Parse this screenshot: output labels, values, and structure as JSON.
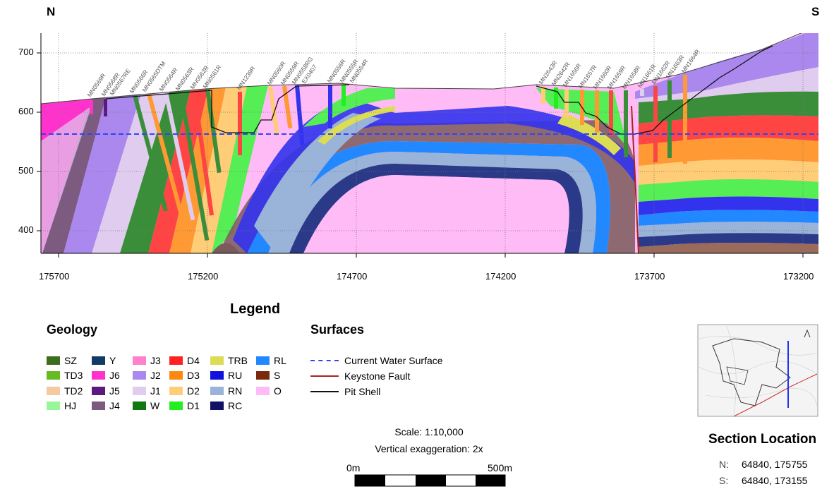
{
  "header": {
    "north_label": "N",
    "south_label": "S"
  },
  "axes": {
    "x_ticks": [
      "175700",
      "175200",
      "174700",
      "174200",
      "173700",
      "173200"
    ],
    "y_ticks": [
      "700",
      "600",
      "500",
      "400"
    ]
  },
  "drillholes": [
    "MN0569R",
    "MN0568R",
    "MN0567RE",
    "MN0566R",
    "MN0565DTM",
    "MN0564R",
    "MN0563R",
    "MN0562R",
    "MN0561R",
    "MN1239R",
    "MN0560R",
    "MN0559R",
    "MN0558RG",
    "EX0407",
    "MN0556R",
    "MN0555R",
    "MN0554R",
    "MN2643R",
    "MN2642R",
    "MN1656R",
    "MN1657R",
    "MN1660R",
    "MN1659R",
    "MN1658R",
    "MN1661R",
    "MN1662R",
    "MN1663R",
    "MN1664R"
  ],
  "legend": {
    "title": "Legend",
    "geology_title": "Geology",
    "geology_items": [
      {
        "code": "SZ",
        "color": "#3c6e1e"
      },
      {
        "code": "TD3",
        "color": "#66bb22"
      },
      {
        "code": "TD2",
        "color": "#f7c9a0"
      },
      {
        "code": "HJ",
        "color": "#99f599"
      },
      {
        "code": "Y",
        "color": "#123a66"
      },
      {
        "code": "J6",
        "color": "#ff33cc"
      },
      {
        "code": "J5",
        "color": "#5c1a80"
      },
      {
        "code": "J4",
        "color": "#7d5a80"
      },
      {
        "code": "J3",
        "color": "#ff80cc"
      },
      {
        "code": "J2",
        "color": "#aa88ee"
      },
      {
        "code": "J1",
        "color": "#e0ccee"
      },
      {
        "code": "W",
        "color": "#117711"
      },
      {
        "code": "D4",
        "color": "#ff2222"
      },
      {
        "code": "D3",
        "color": "#ff8811"
      },
      {
        "code": "D2",
        "color": "#ffcc77"
      },
      {
        "code": "D1",
        "color": "#22ee22"
      },
      {
        "code": "TRB",
        "color": "#dddd55"
      },
      {
        "code": "RU",
        "color": "#1111dd"
      },
      {
        "code": "RN",
        "color": "#99b3d9"
      },
      {
        "code": "RC",
        "color": "#111166"
      },
      {
        "code": "RL",
        "color": "#2288ff"
      },
      {
        "code": "S",
        "color": "#7a2a0a"
      },
      {
        "code": "O",
        "color": "#ffbbf5"
      }
    ],
    "surfaces_title": "Surfaces",
    "surfaces": [
      {
        "label": "Current Water Surface",
        "color": "#3344ee",
        "style": "dashed"
      },
      {
        "label": "Keystone Fault",
        "color": "#aa2222",
        "style": "solid"
      },
      {
        "label": "Pit Shell",
        "color": "#111111",
        "style": "solid"
      }
    ]
  },
  "scale": {
    "scale_text": "Scale: 1:10,000",
    "vertical_text": "Vertical exaggeration: 2x",
    "bar_start": "0m",
    "bar_end": "500m"
  },
  "location": {
    "title": "Section Location",
    "n_label": "N:",
    "n_value": "64840, 175755",
    "s_label": "S:",
    "s_value": "64840, 173155"
  }
}
